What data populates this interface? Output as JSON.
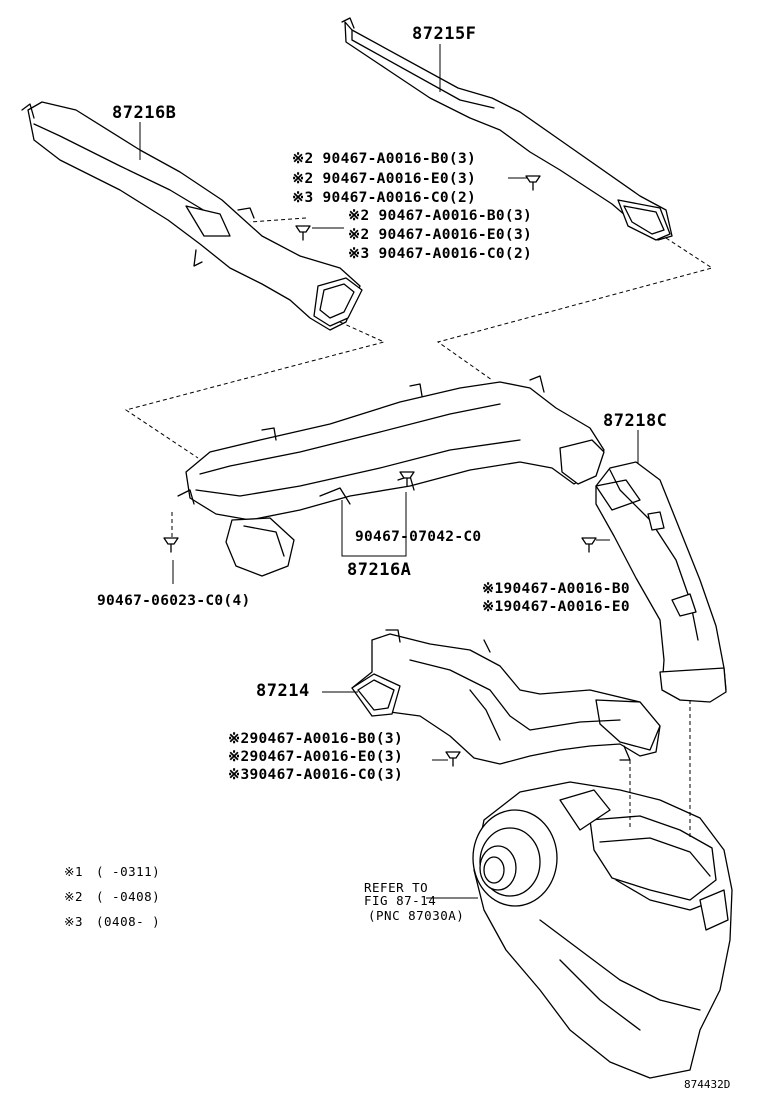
{
  "parts": {
    "p87215F": "87215F",
    "p87216B": "87216B",
    "p87216A": "87216A",
    "p87218C": "87218C",
    "p87214": "87214"
  },
  "clip_group_1": [
    "※2 90467-A0016-B0(3)",
    "※2 90467-A0016-E0(3)",
    "※3 90467-A0016-C0(2)"
  ],
  "clip_group_2": [
    "※2 90467-A0016-B0(3)",
    "※2 90467-A0016-E0(3)",
    "※3 90467-A0016-C0(2)"
  ],
  "clip_center": "90467-07042-C0",
  "clip_left": "90467-06023-C0(4)",
  "clip_group_right": [
    "※190467-A0016-B0",
    "※190467-A0016-E0"
  ],
  "clip_group_lower": [
    "※290467-A0016-B0(3)",
    "※290467-A0016-E0(3)",
    "※390467-A0016-C0(3)"
  ],
  "refer": {
    "line1": "REFER TO",
    "line2": "FIG 87-14",
    "line3": "(PNC 87030A)"
  },
  "footnotes": [
    {
      "mark": "※1",
      "range": "(       -0311)"
    },
    {
      "mark": "※2",
      "range": "(       -0408)"
    },
    {
      "mark": "※3",
      "range": "(0408-       )"
    }
  ],
  "figure_code": "874432D"
}
